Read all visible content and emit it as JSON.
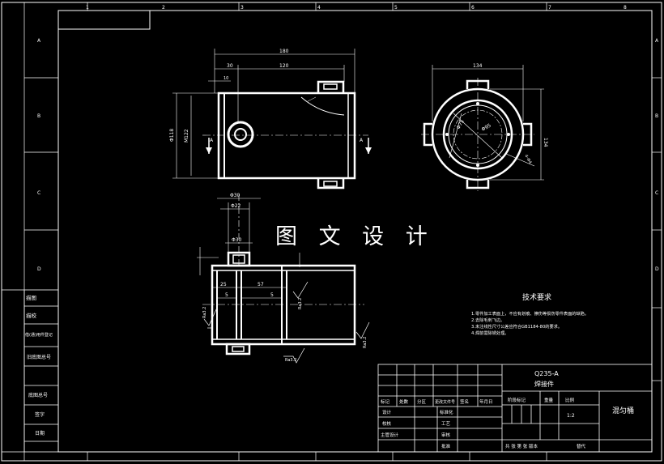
{
  "watermark": "图 文 设 计",
  "grid": {
    "top_numbers": [
      "1",
      "2",
      "3",
      "4",
      "5",
      "6",
      "7",
      "8"
    ],
    "side_letters": [
      "A",
      "B",
      "C",
      "D"
    ]
  },
  "dimensions": {
    "len_180": "180",
    "len_30": "30",
    "len_120": "120",
    "len_10": "10",
    "dia_118": "Φ118",
    "dia_m122": "M122",
    "len_134": "134",
    "len_134_b": "134",
    "dia_75": "Φ75",
    "dia_95": "Φ95",
    "dia_4x": "4-Φ4",
    "dia_30_top": "Φ30",
    "dia_22": "Φ22",
    "dia_30_b": "Φ30",
    "len_25": "25",
    "len_57": "57",
    "len_5a": "5",
    "len_5b": "5",
    "ra_a": "Ra3.2",
    "ra_b": "Ra3.2",
    "ra_c": "Ra3.2",
    "ra_d": "Ra3.2",
    "section_a1": "A",
    "section_a2": "A"
  },
  "tech_req": {
    "title": "技术要求",
    "items": [
      "1.零件加工表面上，不应有划痕、擦伤等损伤零件表面的缺陷。",
      "2.去除毛刺飞边。",
      "3.未注线性尺寸公差应符合GB1184-80的要求。",
      "4.焊前需除锈处理。"
    ]
  },
  "title_block": {
    "material": "Q235-A",
    "part_name": "焊接件",
    "drawing_name": "混匀桶",
    "scale": "1:2",
    "header_cells": [
      "标记",
      "处数",
      "分区",
      "更改文件号",
      "签名",
      "年月日"
    ],
    "rows": [
      "设计",
      "校核",
      "主管设计"
    ],
    "mid": [
      "标准化",
      "工艺",
      "审核",
      "批准"
    ],
    "right_head": [
      "阶段标记",
      "重量",
      "比例"
    ],
    "bottom": [
      "共 张 第 张 版本",
      "替代"
    ]
  },
  "left_strip": [
    "借(通)用件登记",
    "旧底图总号",
    "底图总号",
    "签字",
    "日期"
  ],
  "left_strip_top": [
    "描图",
    "描校"
  ]
}
